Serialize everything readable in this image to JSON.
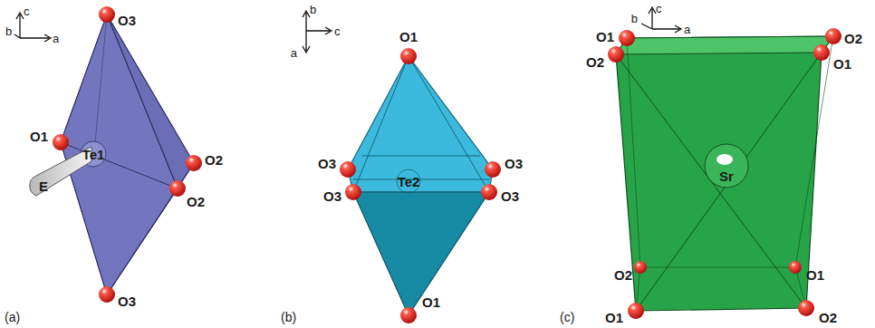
{
  "diagram": {
    "labels": [
      "c",
      "b",
      "a",
      "O3",
      "O1",
      "E",
      "Te1",
      "O2",
      "O2",
      "O3",
      "(a)",
      "b",
      "c",
      "a",
      "O1",
      "O3",
      "O3",
      "Te2",
      "O3",
      "O3",
      "O1",
      "(b)",
      "c",
      "b",
      "a",
      "O1",
      "O2",
      "O2",
      "O1",
      "Sr",
      "O2",
      "O1",
      "O1",
      "O2",
      "(c)"
    ]
  }
}
